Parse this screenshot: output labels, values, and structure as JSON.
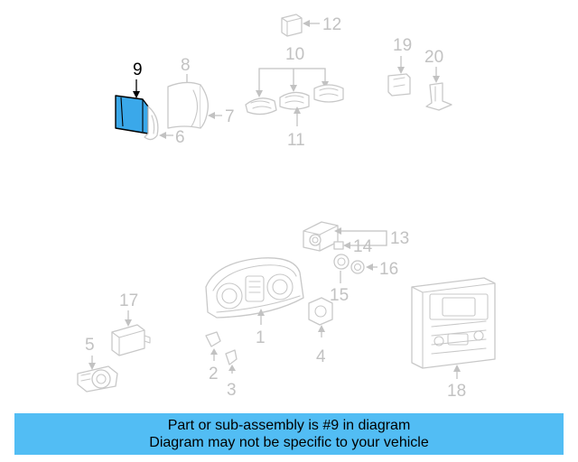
{
  "diagram": {
    "callouts": {
      "c1": "1",
      "c2": "2",
      "c3": "3",
      "c4": "4",
      "c5": "5",
      "c6": "6",
      "c7": "7",
      "c8": "8",
      "c9": "9",
      "c10": "10",
      "c11": "11",
      "c12": "12",
      "c13": "13",
      "c14": "14",
      "c15": "15",
      "c16": "16",
      "c17": "17",
      "c18": "18",
      "c19": "19",
      "c20": "20"
    },
    "highlight_color": "#3aa8ea",
    "part_line_color": "#c8c8c8",
    "highlighted_part": "9"
  },
  "caption": {
    "line1": "Part or sub-assembly is #9 in diagram",
    "line2": "Diagram may not be specific to your vehicle",
    "background": "#52bdf4"
  }
}
